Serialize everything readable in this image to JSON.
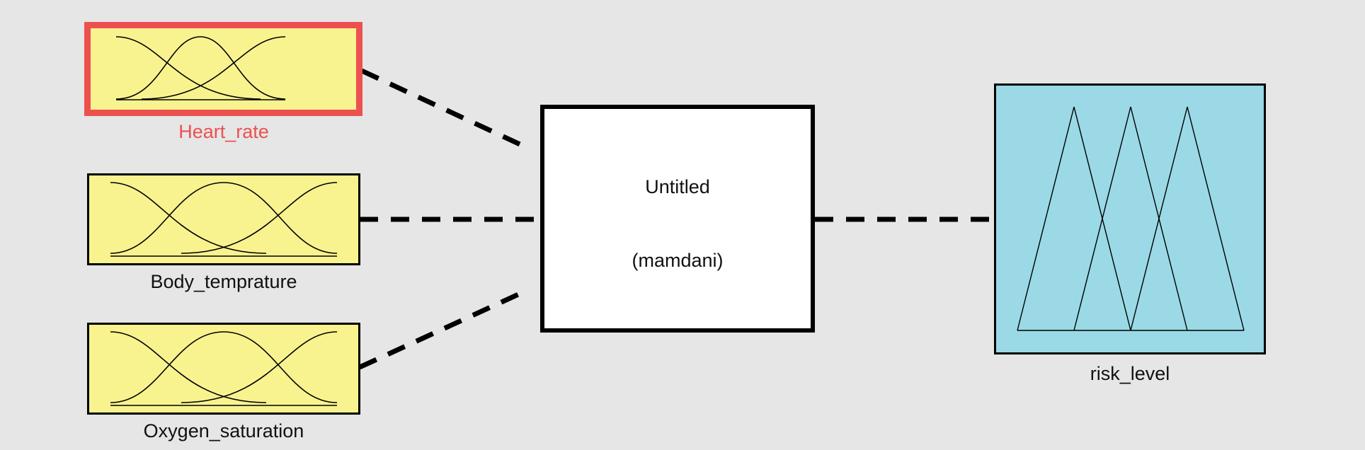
{
  "inputs": [
    {
      "name": "Heart_rate",
      "selected": true
    },
    {
      "name": "Body_temprature",
      "selected": false
    },
    {
      "name": "Oxygen_saturation",
      "selected": false
    }
  ],
  "system": {
    "name": "Untitled",
    "type": "(mamdani)"
  },
  "output": {
    "name": "risk_level"
  },
  "colors": {
    "input_fill": "#f8f38e",
    "output_fill": "#9bd9e6",
    "selected_border": "#ec5150",
    "background": "#e6e6e6"
  }
}
